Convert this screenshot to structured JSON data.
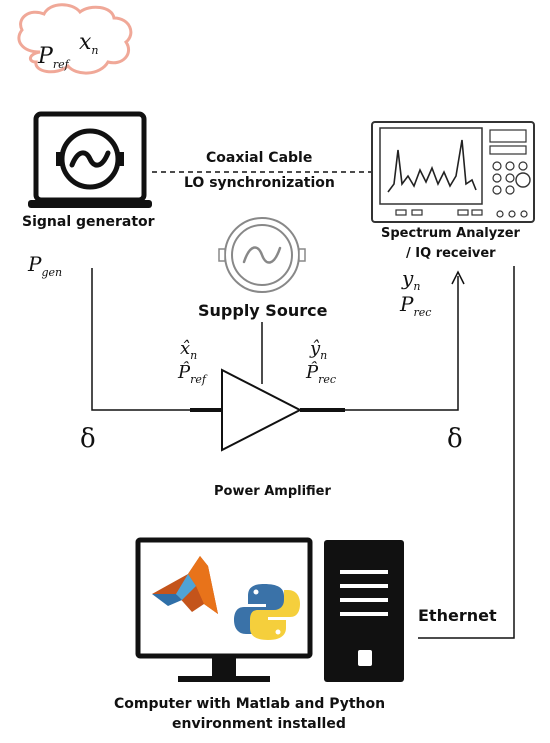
{
  "cloud": {
    "p_main": "P",
    "p_sub": "ref",
    "x_main": "x",
    "x_sub": "n"
  },
  "devices": {
    "signal_generator": "Signal generator",
    "spectrum_analyzer_line1": "Spectrum Analyzer",
    "spectrum_analyzer_line2": "/ IQ receiver",
    "supply_source": "Supply Source",
    "power_amplifier": "Power Amplifier",
    "computer_line1": "Computer with Matlab and Python",
    "computer_line2": "environment installed"
  },
  "links": {
    "coax_line1": "Coaxial Cable",
    "coax_line2": "LO synchronization",
    "ethernet": "Ethernet"
  },
  "symbols": {
    "p_gen_main": "P",
    "p_gen_sub": "gen",
    "y_n_main": "y",
    "y_n_sub": "n",
    "p_rec_main": "P",
    "p_rec_sub": "rec",
    "xhat_main": "x̂",
    "xhat_sub": "n",
    "pref_hat_main": "P̂",
    "pref_hat_sub": "ref",
    "yhat_main": "ŷ",
    "yhat_sub": "n",
    "prec_hat_main": "P̂",
    "prec_hat_sub": "rec",
    "delta_left": "δ",
    "delta_right": "δ"
  },
  "colors": {
    "cloud_stroke": "#f0a898",
    "line": "#111111",
    "matlab_orange": "#e8731a",
    "python_blue": "#3a72a8",
    "python_yellow": "#f5cf3c"
  }
}
